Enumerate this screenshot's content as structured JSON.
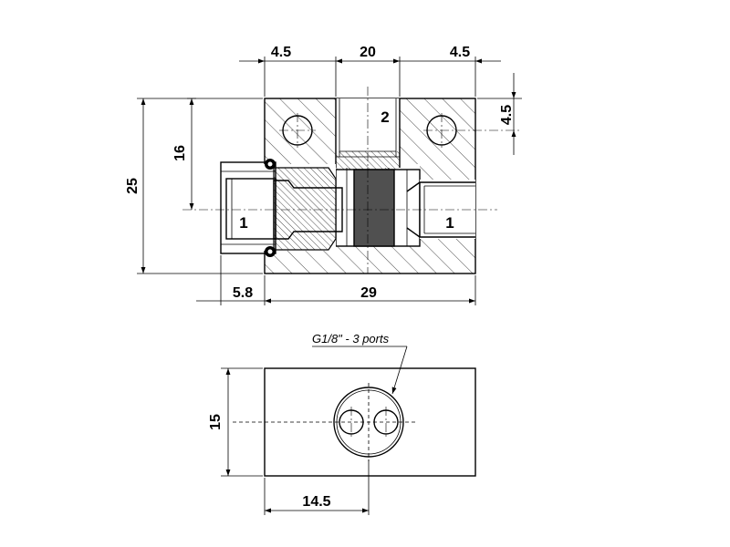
{
  "top_view": {
    "dims": {
      "left_margin": "4.5",
      "center_width": "20",
      "right_margin": "4.5",
      "top_depth": "4.5",
      "total_height": "25",
      "port_height": "16",
      "fitting_protrusion": "5.8",
      "body_length": "29"
    },
    "ports": {
      "left": "1",
      "top": "2",
      "right": "1"
    }
  },
  "bottom_view": {
    "dims": {
      "height": "15",
      "port_offset": "14.5"
    },
    "note": "G1/8\" - 3 ports"
  },
  "colors": {
    "line": "#000000",
    "piston": "#505050",
    "background": "#ffffff"
  }
}
